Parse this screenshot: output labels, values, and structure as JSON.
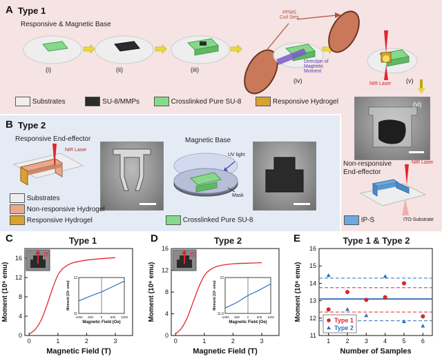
{
  "panelA": {
    "letter": "A",
    "title": "Type 1",
    "subtitle": "Responsive & Magnetic Base",
    "steps": [
      "(i)",
      "(ii)",
      "(iii)",
      "(iv)",
      "(v)",
      "(vi)"
    ],
    "ppms_label": "PPMS\nCoil Sets",
    "direction_label": "Direction of\nMagnetic\nMoment",
    "nir_label": "NIR Laser",
    "legend": [
      {
        "label": "Substrates",
        "color": "#eeeeee"
      },
      {
        "label": "SU-8/MMPs",
        "color": "#2b2b2b"
      },
      {
        "label": "Crosslinked Pure SU-8",
        "color": "#86d98a"
      },
      {
        "label": "Responsive Hydrogel",
        "color": "#d9a12e"
      }
    ]
  },
  "panelB": {
    "letter": "B",
    "title": "Type 2",
    "end_effector_label": "Responsive End-effector",
    "nir_label": "NIR Laser",
    "magnetic_base_label": "Magnetic Base",
    "uv_label": "UV light",
    "mask_label": "Mask",
    "legend": [
      {
        "label": "Substrates",
        "color": "#eeeeee"
      },
      {
        "label": "Non-responsive Hydrogel",
        "color": "#e9a98a"
      },
      {
        "label": "Responsive Hydrogel",
        "color": "#d9a12e"
      },
      {
        "label": "Crosslinked Pure SU-8",
        "color": "#86d98a"
      }
    ]
  },
  "panelNR": {
    "title": "Non-responsive\nEnd-effector",
    "nir_label": "NIR Laser",
    "substrate_label": "ITO-Substrate",
    "legend": [
      {
        "label": "IP-S",
        "color": "#6fa9dc"
      }
    ]
  },
  "chartC": {
    "letter": "C",
    "inset_m": "m",
    "chart_data": {
      "type": "line",
      "title": "Type 1",
      "xlabel": "Magnetic Field (T)",
      "ylabel": "Moment (10⁶ emu)",
      "xlim": [
        -0.15,
        3.6
      ],
      "ylim": [
        0,
        18
      ],
      "xticks": [
        0,
        1,
        2,
        3
      ],
      "yticks": [
        0,
        4,
        8,
        12,
        16
      ],
      "series": [
        {
          "x": [
            0,
            0.2,
            0.4,
            0.6,
            0.8,
            1.0,
            1.2,
            1.5,
            2.0,
            2.5,
            3.0
          ],
          "y": [
            0.3,
            1.2,
            3.0,
            6.0,
            9.5,
            12.5,
            14.0,
            15.0,
            15.6,
            15.9,
            16.1
          ]
        }
      ],
      "inset": {
        "xlabel": "Magnetic Field (Oe)",
        "ylabel": "Moment (10⁶ emu)",
        "xlim": [
          -1000,
          1000
        ],
        "ylim": [
          11,
          12
        ],
        "xticks": [
          -1000,
          -500,
          0,
          500,
          1000
        ],
        "yticks": [
          11,
          12
        ],
        "series": [
          {
            "x": [
              -1000,
              -500,
              0,
              500,
              1000
            ],
            "y": [
              11.35,
              11.48,
              11.6,
              11.75,
              11.9
            ]
          }
        ]
      }
    }
  },
  "chartD": {
    "letter": "D",
    "inset_m": "m",
    "chart_data": {
      "type": "line",
      "title": "Type 2",
      "xlabel": "Magnetic Field (T)",
      "ylabel": "Moment (10⁶ emu)",
      "xlim": [
        -0.15,
        3.6
      ],
      "ylim": [
        0,
        16
      ],
      "xticks": [
        0,
        1,
        2,
        3
      ],
      "yticks": [
        0,
        4,
        8,
        12,
        16
      ],
      "series": [
        {
          "x": [
            0,
            0.2,
            0.4,
            0.6,
            0.8,
            1.0,
            1.2,
            1.5,
            2.0,
            2.5,
            3.0
          ],
          "y": [
            0.3,
            1.3,
            3.2,
            6.0,
            8.8,
            11.0,
            12.1,
            12.8,
            13.2,
            13.3,
            13.4
          ]
        }
      ],
      "inset": {
        "xlabel": "Magnetic Field (Oe)",
        "ylabel": "Moment (10⁶ emu)",
        "xlim": [
          -1000,
          1000
        ],
        "ylim": [
          11.6,
          12.0
        ],
        "xticks": [
          -1000,
          -500,
          0,
          500,
          1000
        ],
        "yticks": [
          11.6,
          12.0
        ],
        "series": [
          {
            "x": [
              -1000,
              -500,
              0,
              500,
              1000
            ],
            "y": [
              11.66,
              11.72,
              11.8,
              11.86,
              11.93
            ]
          }
        ]
      }
    }
  },
  "chartE": {
    "letter": "E",
    "chart_data": {
      "type": "scatter",
      "title": "Type 1 & Type 2",
      "xlabel": "Number of Samples",
      "ylabel": "Moment (10⁶ emu)",
      "xlim": [
        0.5,
        6.5
      ],
      "ylim": [
        11,
        16
      ],
      "xticks": [
        1,
        2,
        3,
        4,
        5,
        6
      ],
      "yticks": [
        11,
        12,
        13,
        14,
        15,
        16
      ],
      "series": [
        {
          "name": "Type 1",
          "color": "#e0262c",
          "x": [
            1,
            2,
            3,
            4,
            5,
            6
          ],
          "y": [
            12.5,
            13.5,
            13.05,
            13.2,
            14.0,
            12.1
          ]
        },
        {
          "name": "Type 2",
          "color": "#2e6fb8",
          "x": [
            1,
            2,
            3,
            4,
            5,
            6
          ],
          "y": [
            14.45,
            12.5,
            12.15,
            14.4,
            11.8,
            11.55
          ]
        }
      ],
      "hlines": [
        {
          "y": 14.3,
          "color": "#2e6fb8",
          "style": "dashed"
        },
        {
          "y": 13.75,
          "color": "#e0262c",
          "style": "dashed"
        },
        {
          "y": 13.1,
          "color": "#2e6fb8",
          "style": "solid"
        },
        {
          "y": 12.35,
          "color": "#e0262c",
          "style": "dashed"
        },
        {
          "y": 11.85,
          "color": "#2e6fb8",
          "style": "dashed"
        }
      ],
      "legend_position": "bottom-left"
    }
  }
}
